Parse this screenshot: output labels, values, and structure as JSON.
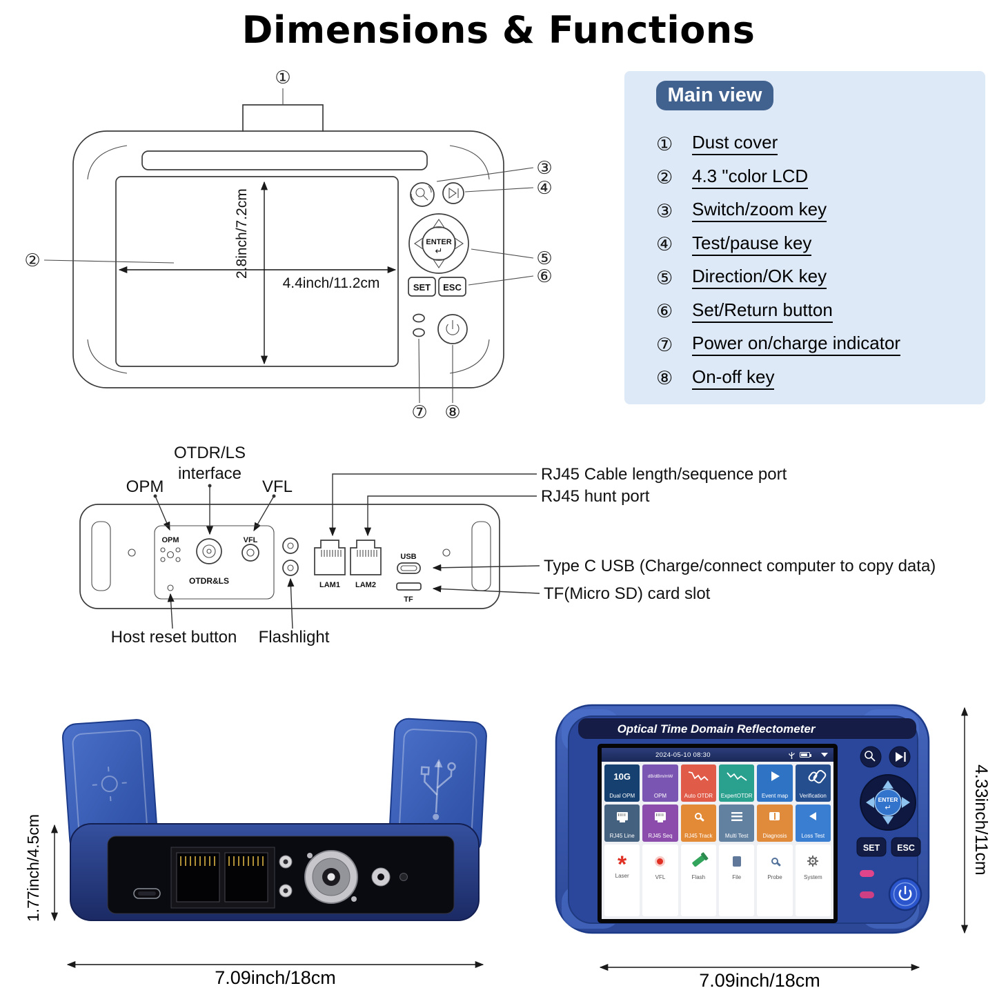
{
  "title": "Dimensions & Functions",
  "colors": {
    "legend_bg": "#dde9f6",
    "legend_pill": "#41618e",
    "device_blue": "#2c4a9e",
    "panel_navy": "#161f4a",
    "power_blue": "#2b55cc",
    "led_pink": "#e0458c"
  },
  "front_view": {
    "callout_1": "①",
    "callout_2": "②",
    "callout_3": "③",
    "callout_4": "④",
    "callout_5": "⑤",
    "callout_6": "⑥",
    "callout_7": "⑦",
    "callout_8": "⑧",
    "dim_height": "2.8inch/7.2cm",
    "dim_width": "4.4inch/11.2cm",
    "enter_label": "ENTER",
    "enter_arrow": "↵",
    "set_label": "SET",
    "esc_label": "ESC"
  },
  "legend": {
    "title": "Main view",
    "items": [
      {
        "num": "①",
        "label": "Dust cover"
      },
      {
        "num": "②",
        "label": "4.3 \"color LCD"
      },
      {
        "num": "③",
        "label": "Switch/zoom key"
      },
      {
        "num": "④",
        "label": "Test/pause key"
      },
      {
        "num": "⑤",
        "label": "Direction/OK key"
      },
      {
        "num": "⑥",
        "label": "Set/Return button"
      },
      {
        "num": "⑦",
        "label": "Power on/charge indicator"
      },
      {
        "num": "⑧",
        "label": "On-off key"
      }
    ]
  },
  "top_view": {
    "otdr_label_line1": "OTDR/LS",
    "otdr_label_line2": "interface",
    "opm_label": "OPM",
    "vfl_label": "VFL",
    "rj45_length_label": "RJ45 Cable length/sequence port",
    "rj45_hunt_label": "RJ45 hunt port",
    "usb_label": "Type C USB (Charge/connect computer to copy data)",
    "tf_label": "TF(Micro SD) card slot",
    "reset_label": "Host reset button",
    "flashlight_label": "Flashlight",
    "ports": {
      "opm": "OPM",
      "vfl": "VFL",
      "otdrls": "OTDR&LS",
      "lan1": "LAM1",
      "lan2": "LAM2",
      "usb": "USB",
      "tf": "TF"
    }
  },
  "photo_top": {
    "dim_height": "1.77inch/4.5cm",
    "dim_width": "7.09inch/18cm"
  },
  "photo_front": {
    "banner": "Optical Time Domain Reflectometer",
    "status_datetime": "2024-05-10  08:30",
    "dim_height": "4.33inch/11cm",
    "dim_width": "7.09inch/18cm",
    "enter_label": "ENTER",
    "enter_arrow": "↵",
    "set_label": "SET",
    "esc_label": "ESC",
    "apps": [
      {
        "label": "Dual OPM",
        "deco": "10G"
      },
      {
        "label": "OPM",
        "deco": "dB/dBm/mW"
      },
      {
        "label": "Auto OTDR"
      },
      {
        "label": "ExpertOTDR"
      },
      {
        "label": "Event map"
      },
      {
        "label": "Verification"
      },
      {
        "label": "RJ45 Line"
      },
      {
        "label": "RJ45 Seq"
      },
      {
        "label": "RJ45 Track"
      },
      {
        "label": "Multi Test"
      },
      {
        "label": "Diagnosis"
      },
      {
        "label": "Loss Test"
      },
      {
        "label": "Laser"
      },
      {
        "label": "VFL"
      },
      {
        "label": "Flash"
      },
      {
        "label": "File"
      },
      {
        "label": "Probe"
      },
      {
        "label": "System"
      }
    ]
  }
}
